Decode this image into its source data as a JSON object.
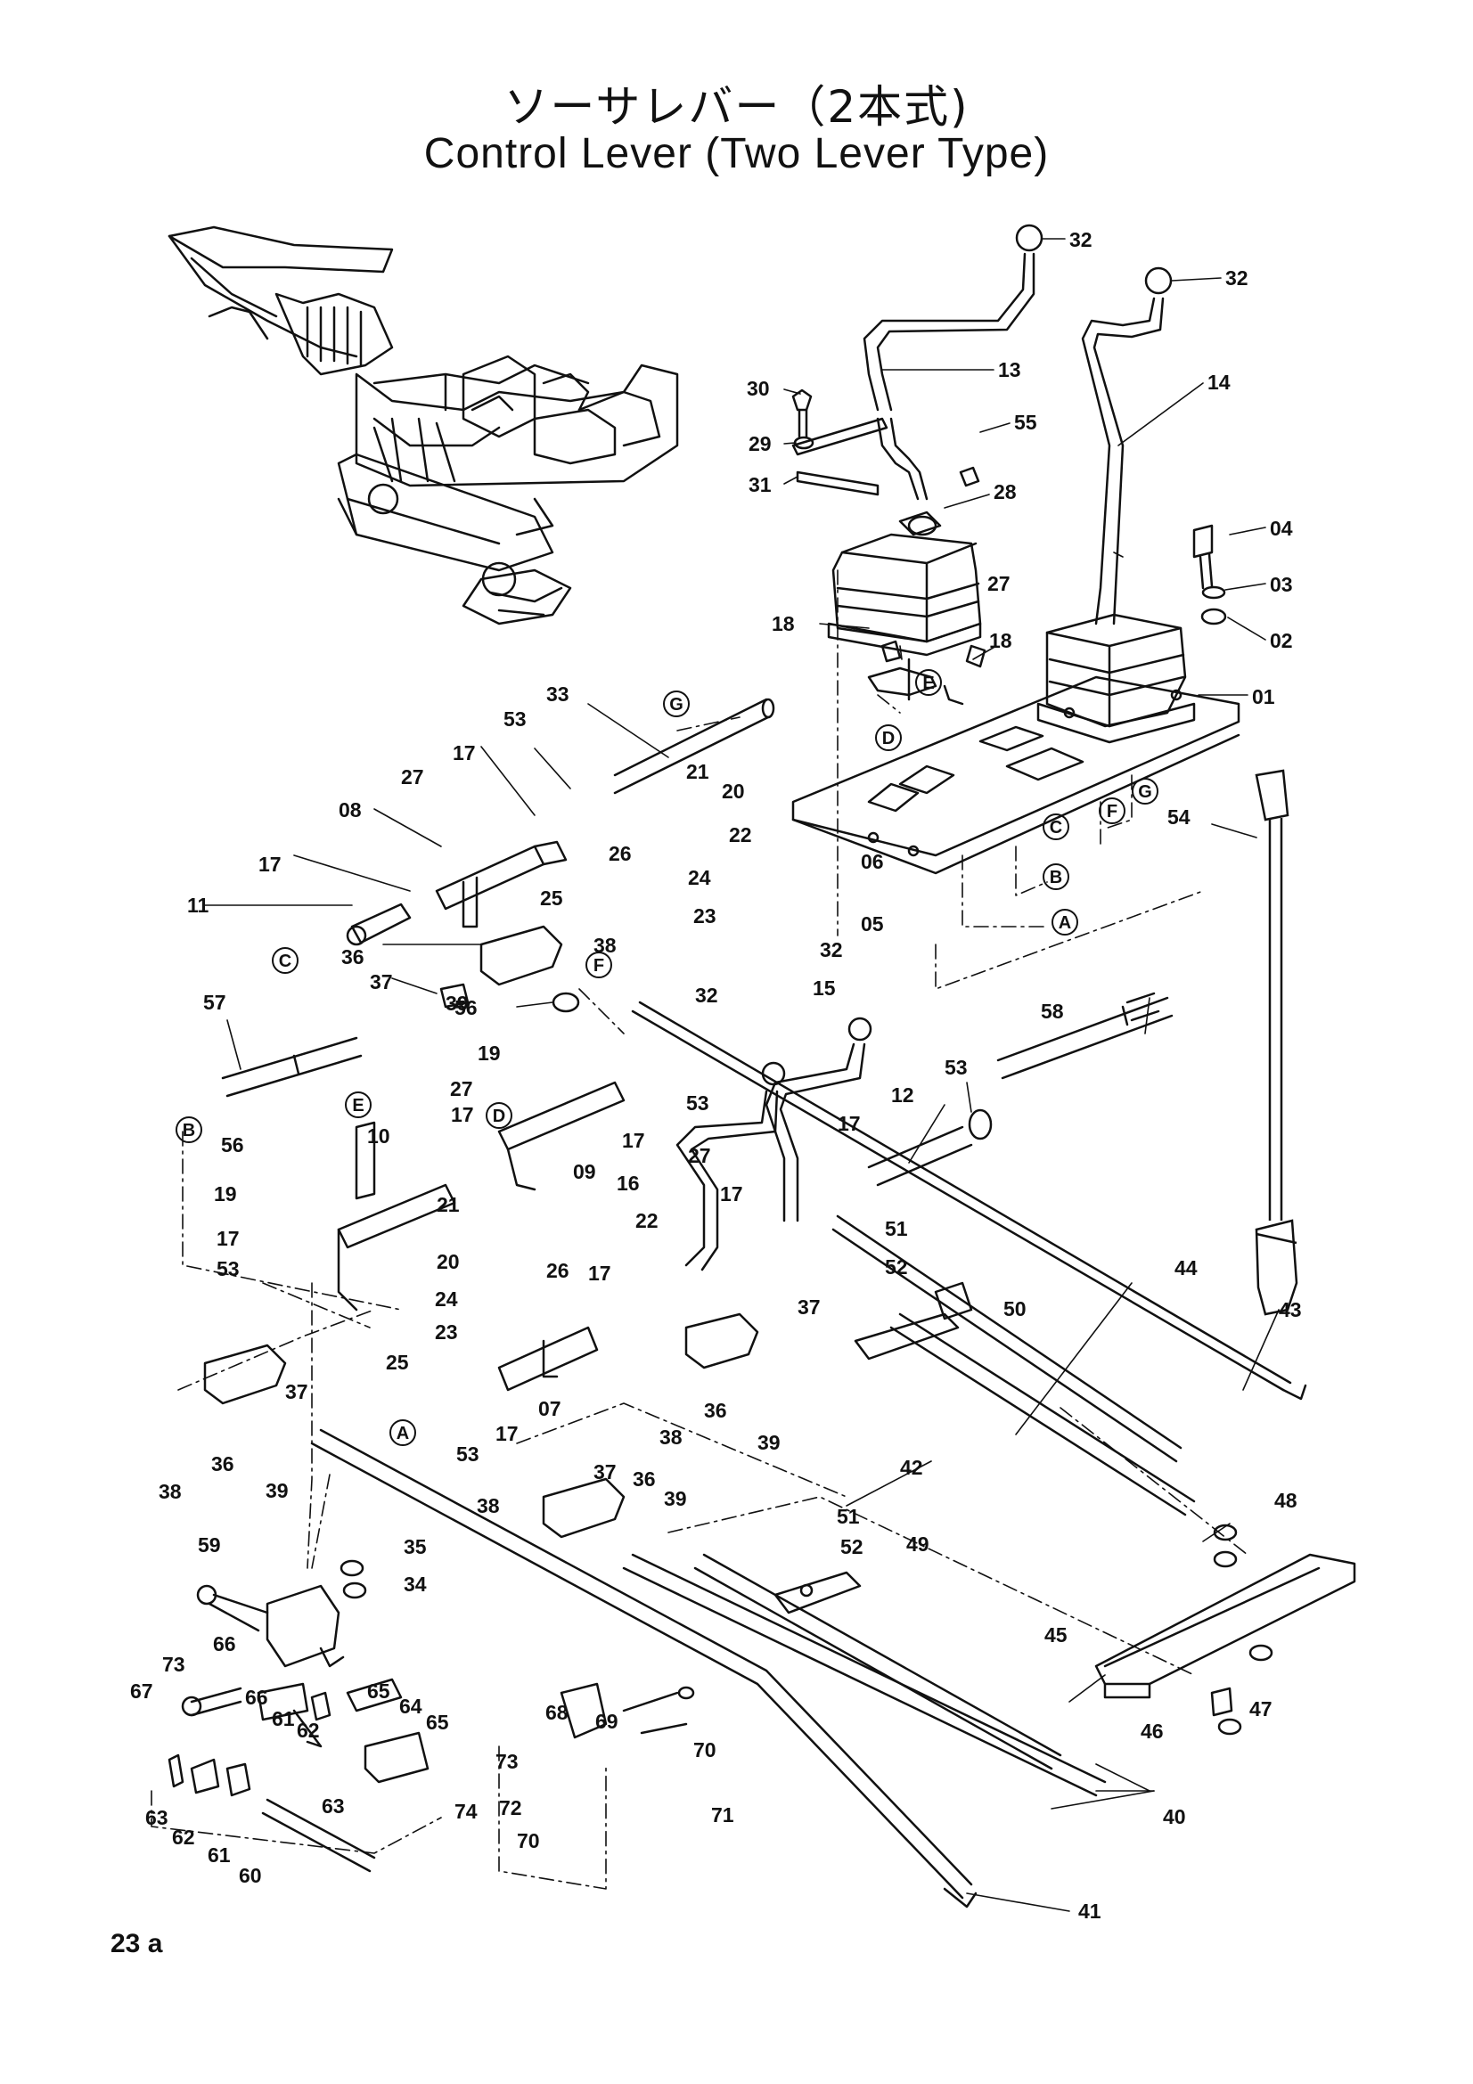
{
  "title": {
    "japanese": "ソーサレバー（2本式)",
    "english": "Control Lever (Two Lever Type)"
  },
  "page_number": "23 a",
  "reference_letters": [
    "G",
    "E",
    "D",
    "C",
    "B",
    "A",
    "F",
    "G",
    "F",
    "C",
    "E",
    "B",
    "D",
    "A"
  ],
  "part_labels": {
    "p01": "01",
    "p02": "02",
    "p03": "03",
    "p04": "04",
    "p05": "05",
    "p06": "06",
    "p07": "07",
    "p08": "08",
    "p09": "09",
    "p10": "10",
    "p11": "11",
    "p12": "12",
    "p13": "13",
    "p14": "14",
    "p15": "15",
    "p16": "16",
    "p17a": "17",
    "p17b": "17",
    "p17c": "17",
    "p17d": "17",
    "p17e": "17",
    "p17f": "17",
    "p17g": "17",
    "p17h": "17",
    "p18a": "18",
    "p18b": "18",
    "p19a": "19",
    "p19b": "19",
    "p20a": "20",
    "p20b": "20",
    "p21a": "21",
    "p21b": "21",
    "p22a": "22",
    "p22b": "22",
    "p23a": "23",
    "p23b": "23",
    "p24a": "24",
    "p24b": "24",
    "p25a": "25",
    "p25b": "25",
    "p26a": "26",
    "p26b": "26",
    "p27a": "27",
    "p27b": "27",
    "p27c": "27",
    "p27d": "27",
    "p28": "28",
    "p29": "29",
    "p30": "30",
    "p31": "31",
    "p32a": "32",
    "p32b": "32",
    "p32c": "32",
    "p32d": "32",
    "p33": "33",
    "p34": "34",
    "p35": "35",
    "p36a": "36",
    "p36b": "36",
    "p36c": "36",
    "p36d": "36",
    "p37a": "37",
    "p37b": "37",
    "p37c": "37",
    "p37d": "37",
    "p38a": "38",
    "p38b": "38",
    "p38c": "38",
    "p38d": "38",
    "p39a": "39",
    "p39b": "39",
    "p39c": "39",
    "p39d": "39",
    "p40": "40",
    "p41": "41",
    "p42": "42",
    "p43": "43",
    "p44": "44",
    "p45": "45",
    "p46": "46",
    "p47": "47",
    "p48": "48",
    "p49": "49",
    "p50": "50",
    "p51a": "51",
    "p51b": "51",
    "p52a": "52",
    "p52b": "52",
    "p53a": "53",
    "p53b": "53",
    "p53c": "53",
    "p53d": "53",
    "p53e": "53",
    "p54": "54",
    "p55": "55",
    "p56a": "56",
    "p56b": "56",
    "p57": "57",
    "p58": "58",
    "p59": "59",
    "p60": "60",
    "p61a": "61",
    "p61b": "61",
    "p62a": "62",
    "p62b": "62",
    "p63a": "63",
    "p63b": "63",
    "p64": "64",
    "p65a": "65",
    "p65b": "65",
    "p66a": "66",
    "p66b": "66",
    "p67": "67",
    "p68": "68",
    "p69": "69",
    "p70a": "70",
    "p70b": "70",
    "p71": "71",
    "p72": "72",
    "p73a": "73",
    "p73b": "73",
    "p74": "74"
  },
  "colors": {
    "ink": "#111111",
    "paper": "#ffffff"
  }
}
